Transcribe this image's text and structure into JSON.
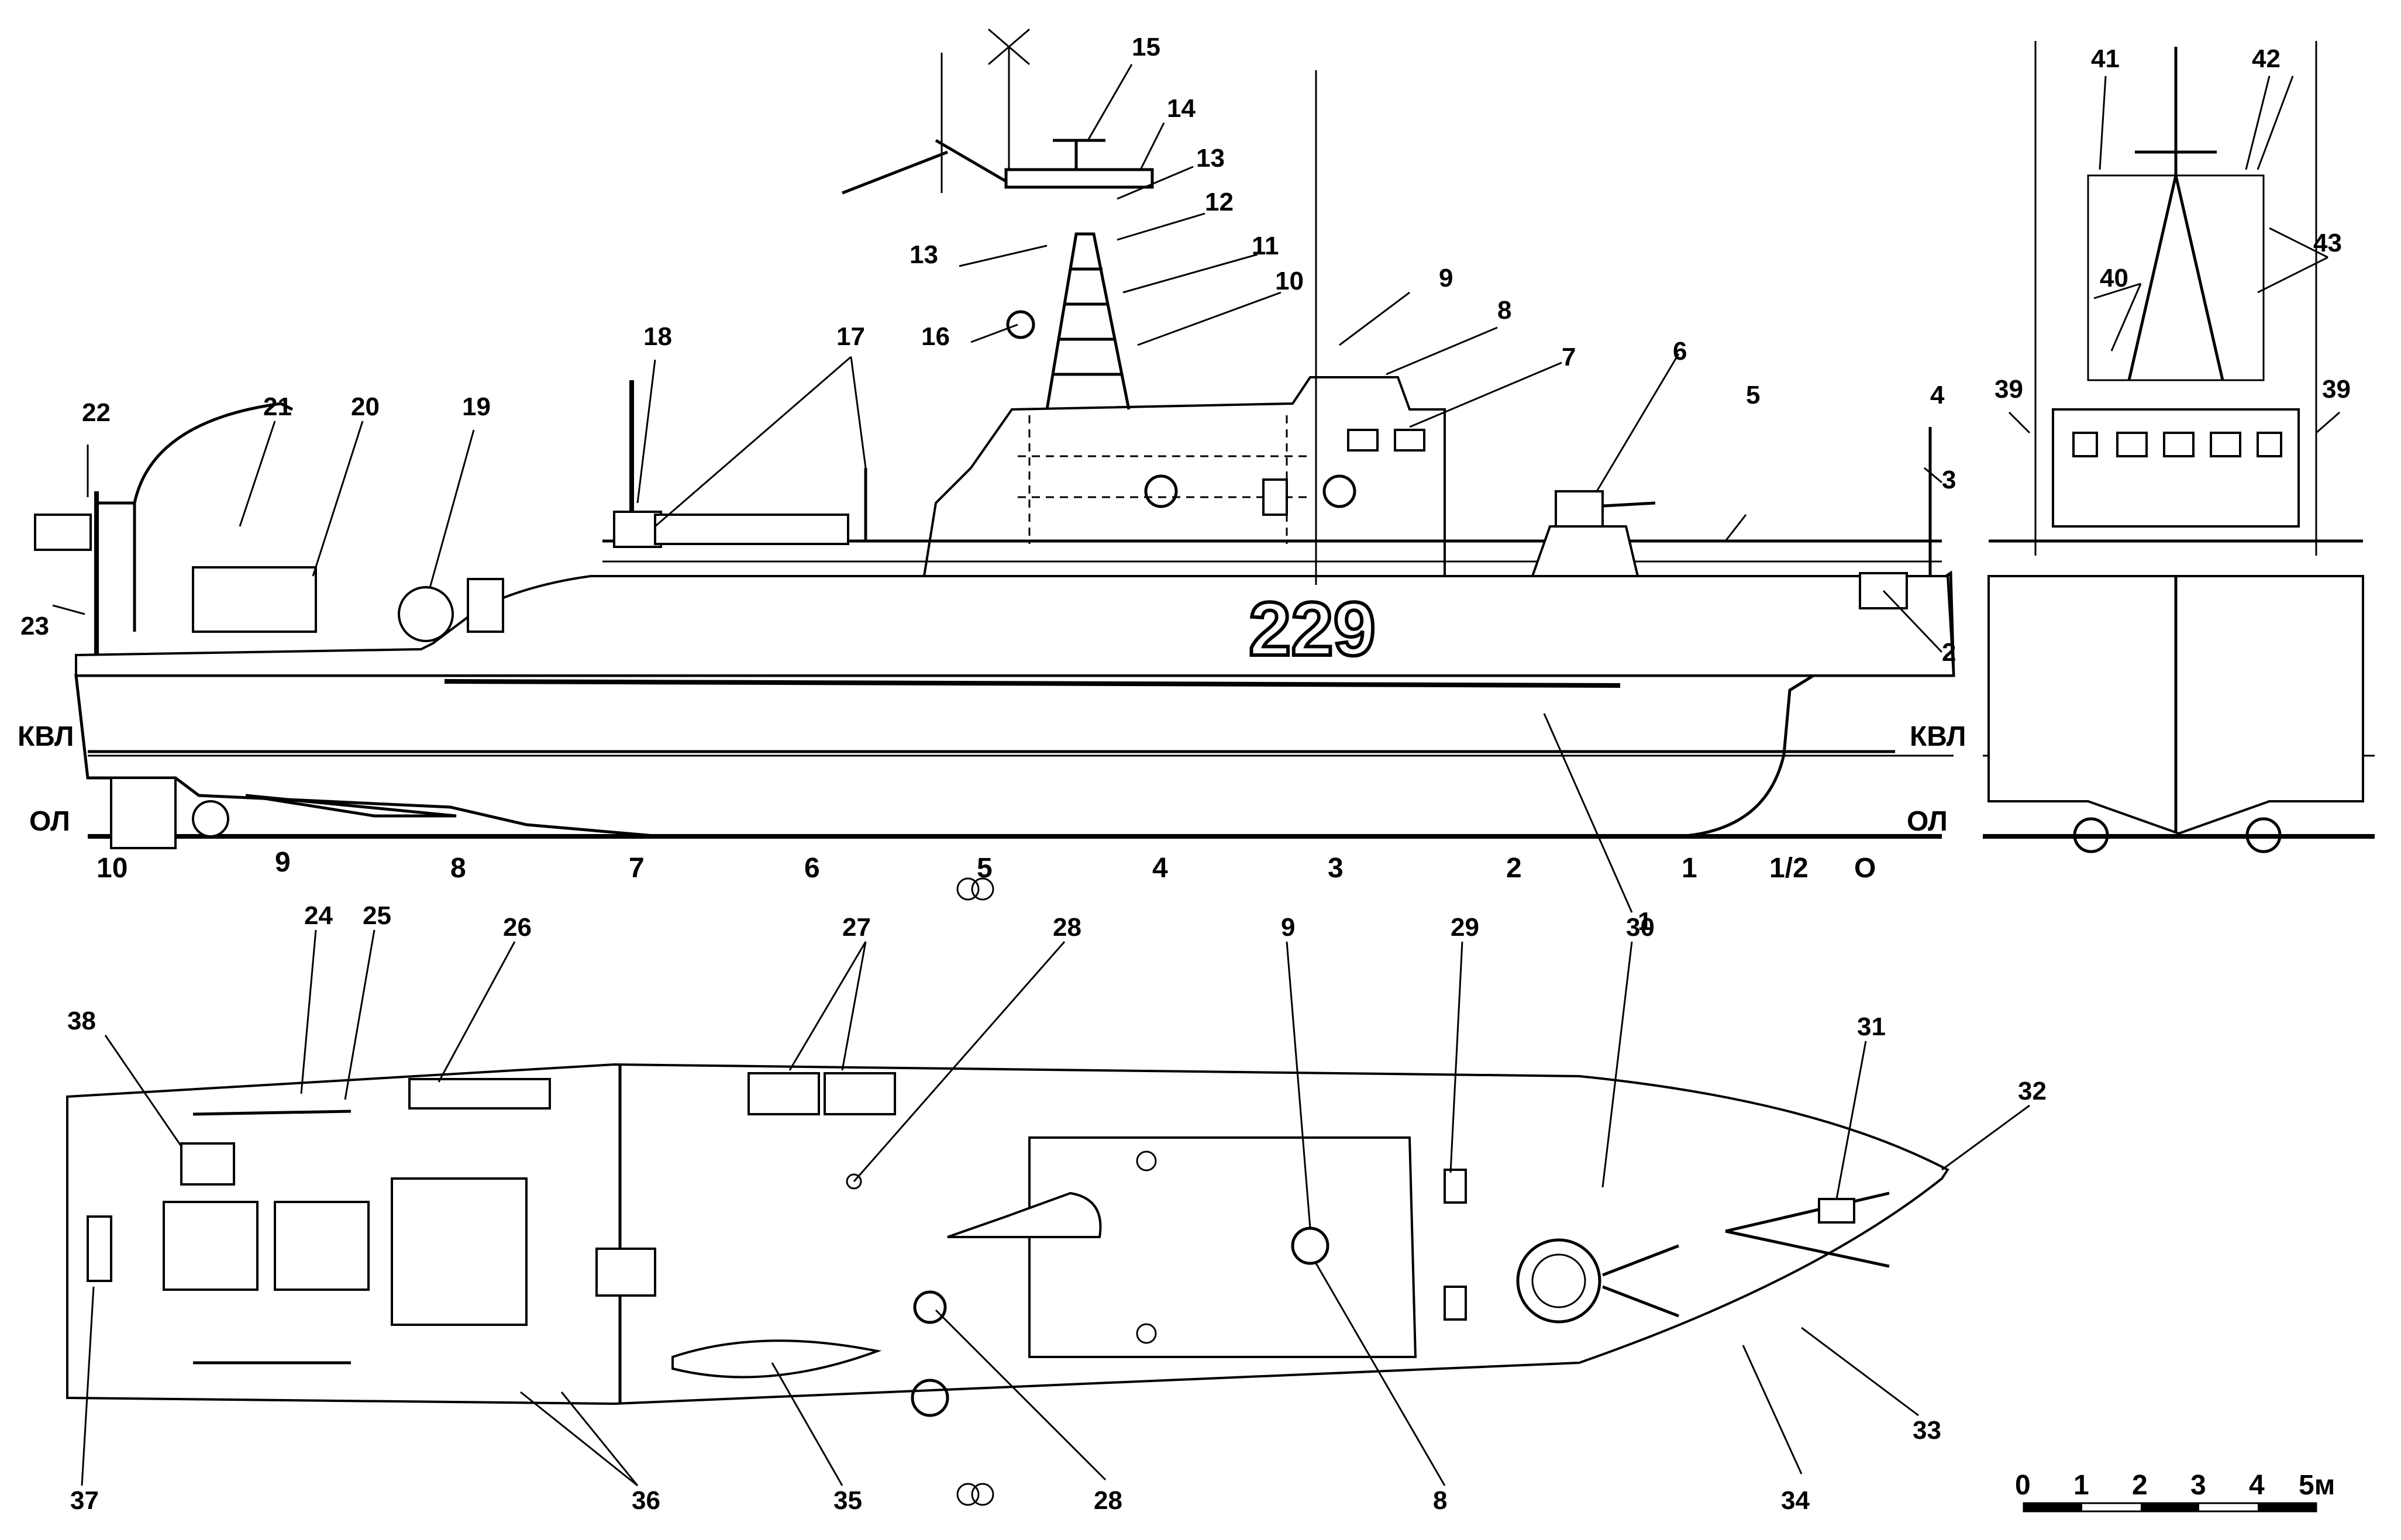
{
  "profile": {
    "hull_number": "229",
    "waterline_label": "КВЛ",
    "baseline_label": "ОЛ",
    "stations": [
      "10",
      "9",
      "8",
      "7",
      "6",
      "5",
      "4",
      "3",
      "2",
      "1",
      "1/2",
      "О"
    ]
  },
  "scale": {
    "ticks": [
      "0",
      "1",
      "2",
      "3",
      "4",
      "5м"
    ]
  },
  "callouts": {
    "c1": "1",
    "c2": "2",
    "c3": "3",
    "c4": "4",
    "c5": "5",
    "c6": "6",
    "c7": "7",
    "c8": "8",
    "c9": "9",
    "c10": "10",
    "c11": "11",
    "c12": "12",
    "c13a": "13",
    "c13b": "13",
    "c14": "14",
    "c15": "15",
    "c16": "16",
    "c17": "17",
    "c18": "18",
    "c19": "19",
    "c20": "20",
    "c21": "21",
    "c22": "22",
    "c23": "23",
    "c24": "24",
    "c25": "25",
    "c26": "26",
    "c27": "27",
    "c28a": "28",
    "c28b": "28",
    "c29": "29",
    "c30": "30",
    "c31": "31",
    "c32": "32",
    "c33": "33",
    "c34": "34",
    "c35": "35",
    "c36": "36",
    "c37": "37",
    "c38": "38",
    "c39a": "39",
    "c39b": "39",
    "c40": "40",
    "c41": "41",
    "c42": "42",
    "c43": "43",
    "c8b": "8",
    "c9b": "9"
  }
}
